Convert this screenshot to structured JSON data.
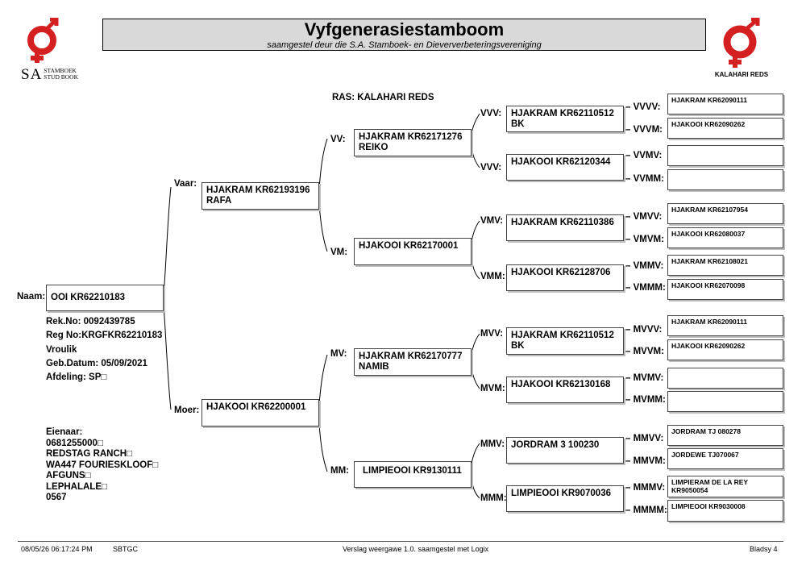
{
  "header": {
    "title": "Vyfgenerasiestamboom",
    "subtitle": "saamgestel deur die S.A. Stamboek- en Dieververbeteringsvereniging",
    "sa_logo": {
      "big": "SA",
      "small_1": "STAMBOEK",
      "small_2": "STUD BOOK"
    },
    "breed_logo_label": "KALAHARI REDS",
    "colors": {
      "logo_red": "#d42020",
      "title_bg": "#d9d9d9"
    }
  },
  "ras": "RAS: KALAHARI REDS",
  "animal": {
    "naam_label": "Naam:",
    "naam": "OOI KR62210183",
    "rek_no": "Rek.No: 0092439785",
    "reg_no": "Reg No:KRGFKR62210183",
    "sex": "Vroulik",
    "geb_datum": "Geb.Datum: 05/09/2021",
    "afdeling": "Afdeling: SP□"
  },
  "owner": {
    "label": "Eienaar:",
    "lines": [
      "0681255000□",
      "REDSTAG RANCH□",
      "WA447 FOURIESKLOOF□",
      "AFGUNS□",
      "LEPHALALE□",
      "0567"
    ]
  },
  "gen1": {
    "vaar": {
      "label": "Vaar:",
      "name": "HJAKRAM KR62193196 RAFA"
    },
    "moer": {
      "label": "Moer:",
      "name": "HJAKOOI KR62200001"
    }
  },
  "gen2": {
    "vv": {
      "label": "VV:",
      "name": "HJAKRAM KR62171276 REIKO"
    },
    "vm": {
      "label": "VM:",
      "name": "HJAKOOI KR62170001"
    },
    "mv": {
      "label": "MV:",
      "name": "HJAKRAM KR62170777 NAMIB"
    },
    "mm": {
      "label": "MM:",
      "name": "LIMPIEOOI KR9130111"
    }
  },
  "gen3": {
    "vvv": {
      "label": "VVV:",
      "name": "HJAKRAM KR62110512 BK"
    },
    "vvm": {
      "label": "VVV:",
      "name": "HJAKOOI KR62120344"
    },
    "vmv": {
      "label": "VMV:",
      "name": "HJAKRAM KR62110386"
    },
    "vmm": {
      "label": "VMM:",
      "name": "HJAKOOI KR62128706"
    },
    "mvv": {
      "label": "MVV:",
      "name": "HJAKRAM KR62110512 BK"
    },
    "mvm": {
      "label": "MVM:",
      "name": "HJAKOOI KR62130168"
    },
    "mmv": {
      "label": "MMV:",
      "name": "JORDRAM 3 100230"
    },
    "mmm": {
      "label": "MMM:",
      "name": "LIMPIEOOI KR9070036"
    }
  },
  "gen4": [
    {
      "label": "– VVVV:",
      "name": "HJAKRAM KR62090111"
    },
    {
      "label": "– VVVM:",
      "name": "HJAKOOI KR62090262"
    },
    {
      "label": "– VVMV:",
      "name": ""
    },
    {
      "label": "– VVMM:",
      "name": ""
    },
    {
      "label": "– VMVV:",
      "name": "HJAKRAM KR62107954"
    },
    {
      "label": "– VMVM:",
      "name": "HJAKOOI KR62080037"
    },
    {
      "label": "– VMMV:",
      "name": "HJAKRAM KR62108021"
    },
    {
      "label": "– VMMM:",
      "name": "HJAKOOI KR62070098"
    },
    {
      "label": "– MVVV:",
      "name": "HJAKRAM KR62090111"
    },
    {
      "label": "– MVVM:",
      "name": "HJAKOOI KR62090262"
    },
    {
      "label": "– MVMV:",
      "name": ""
    },
    {
      "label": "– MVMM:",
      "name": ""
    },
    {
      "label": "– MMVV:",
      "name": "JORDRAM TJ 080278"
    },
    {
      "label": "– MMVM:",
      "name": "JORDEWE TJ070067"
    },
    {
      "label": "– MMMV:",
      "name": "LIMPIERAM DE LA REY KR9050054"
    },
    {
      "label": "– MMMM:",
      "name": "LIMPIEOOI KR9030008"
    }
  ],
  "footer": {
    "timestamp": "08/05/26 06:17:24 PM",
    "code": "SBTGC",
    "report": "Verslag weergawe 1.0. saamgestel met Logix",
    "page": "Bladsy 4"
  }
}
